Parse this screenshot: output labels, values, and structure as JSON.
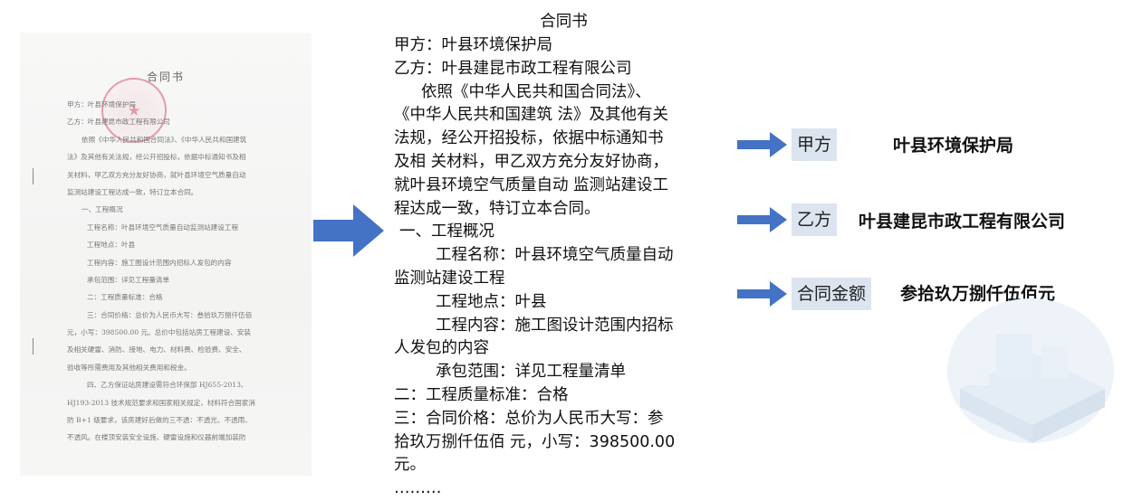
{
  "scan": {
    "title": "合同书",
    "lines": [
      "甲方：叶县环境保护局",
      "乙方：叶县建昆市政工程有限公司",
      "依照《中华人民共和国合同法》、《中华人民共和国建筑",
      "法》及其他有关法规，经公开招投标，依据中标通知书及相",
      "关材料，甲乙双方充分友好协商，就叶县环境空气质量自动",
      "监测站建设工程达成一致，特订立本合同。",
      "一、工程概况",
      "工程名称：叶县环境空气质量自动监测站建设工程",
      "工程地点：叶县",
      "工程内容：施工图设计范围内招标人发包的内容",
      "承包范围：详见工程量清单",
      "二：工程质量标准：合格",
      "三：合同价格：总价为人民币大写：叁拾玖万捌仟伍佰",
      "元，小写：398500.00 元。总价中包括站房工程建设、安装",
      "及相关硬雷、消防、接地、电力、材料费、检验费、安全、",
      "验收等所需费用及其他相关费用和税金。",
      "四、乙方保证站房建设需符合环保部 HJ655-2013、",
      "HJ193-2013 技术规范要求和国家相关规定，材料符合国家消",
      "防 B+1 级要求，该房建好后做的三不透：不透光、不透雨、",
      "不透风。在楼顶安装安全设施、硬雷设施和仪器前端加装防"
    ]
  },
  "transcript": {
    "title": "合同书",
    "lines": [
      "甲方：叶县环境保护局",
      "乙方：叶县建昆市政工程有限公司",
      "依照《中华人民共和国合同法》、",
      "《中华人民共和国建筑 法》及其他有关",
      "法规，经公开招投标，依据中标通知书",
      "及相 关材料，甲乙双方充分友好协商，",
      "就叶县环境空气质量自动 监测站建设工",
      "程达成一致，特订立本合同。",
      "一、工程概况",
      "工程名称：叶县环境空气质量自动",
      "监测站建设工程",
      "工程地点：叶县",
      "工程内容：施工图设计范围内招标",
      "人发包的内容",
      "承包范围：详见工程量清单",
      "二：工程质量标准：合格",
      "三：合同价格：总价为人民币大写：参",
      "拾玖万捌仟伍佰 元，小写：398500.00",
      "元。",
      "………"
    ]
  },
  "fields": [
    {
      "label": "甲方",
      "value": "叶县环境保护局"
    },
    {
      "label": "乙方",
      "value": "叶县建昆市政工程有限公司"
    },
    {
      "label": "合同金额",
      "value": "参拾玖万捌仟伍佰元"
    }
  ],
  "colors": {
    "arrow": "#4472c4",
    "tag_bg": "#dce4ef",
    "seal": "#d65670"
  }
}
